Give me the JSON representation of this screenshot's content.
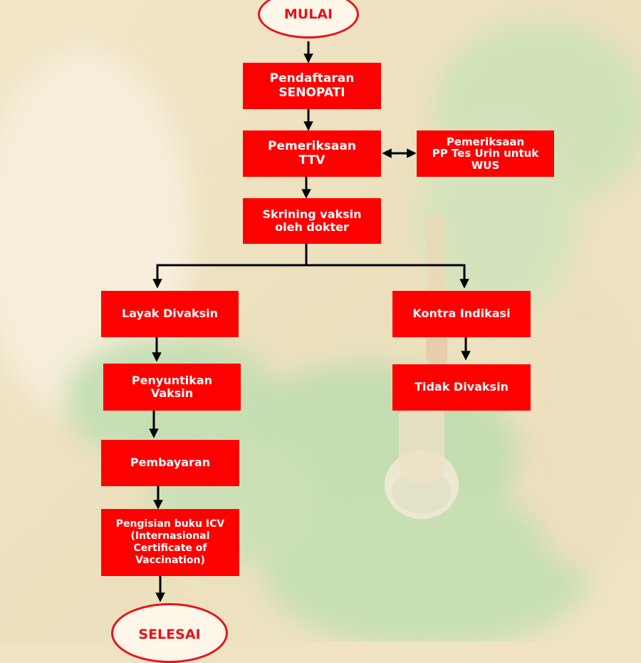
{
  "colors": {
    "box_fill": "#ff0000",
    "box_text": "#ffffff",
    "terminal_outline": "#e8121b",
    "connector": "#000000"
  },
  "background_icon": "gloved-hand-holding-vial",
  "flow": {
    "start": "MULAI",
    "registration": "Pendaftaran\nSENOPATI",
    "vitals": "Pemeriksaan\nTTV",
    "urine_test": "Pemeriksaan\nPP Tes Urin untuk\nWUS",
    "screening": "Skrining vaksin\noleh dokter",
    "eligible": "Layak Divaksin",
    "contraindication": "Kontra Indikasi",
    "injection": "Penyuntikan\nVaksin",
    "not_vaccinated": "Tidak Divaksin",
    "payment": "Pembayaran",
    "icv_book": "Pengisian buku ICV\n(Internasional\nCertificate of\nVaccination)",
    "end": "SELESAI"
  }
}
